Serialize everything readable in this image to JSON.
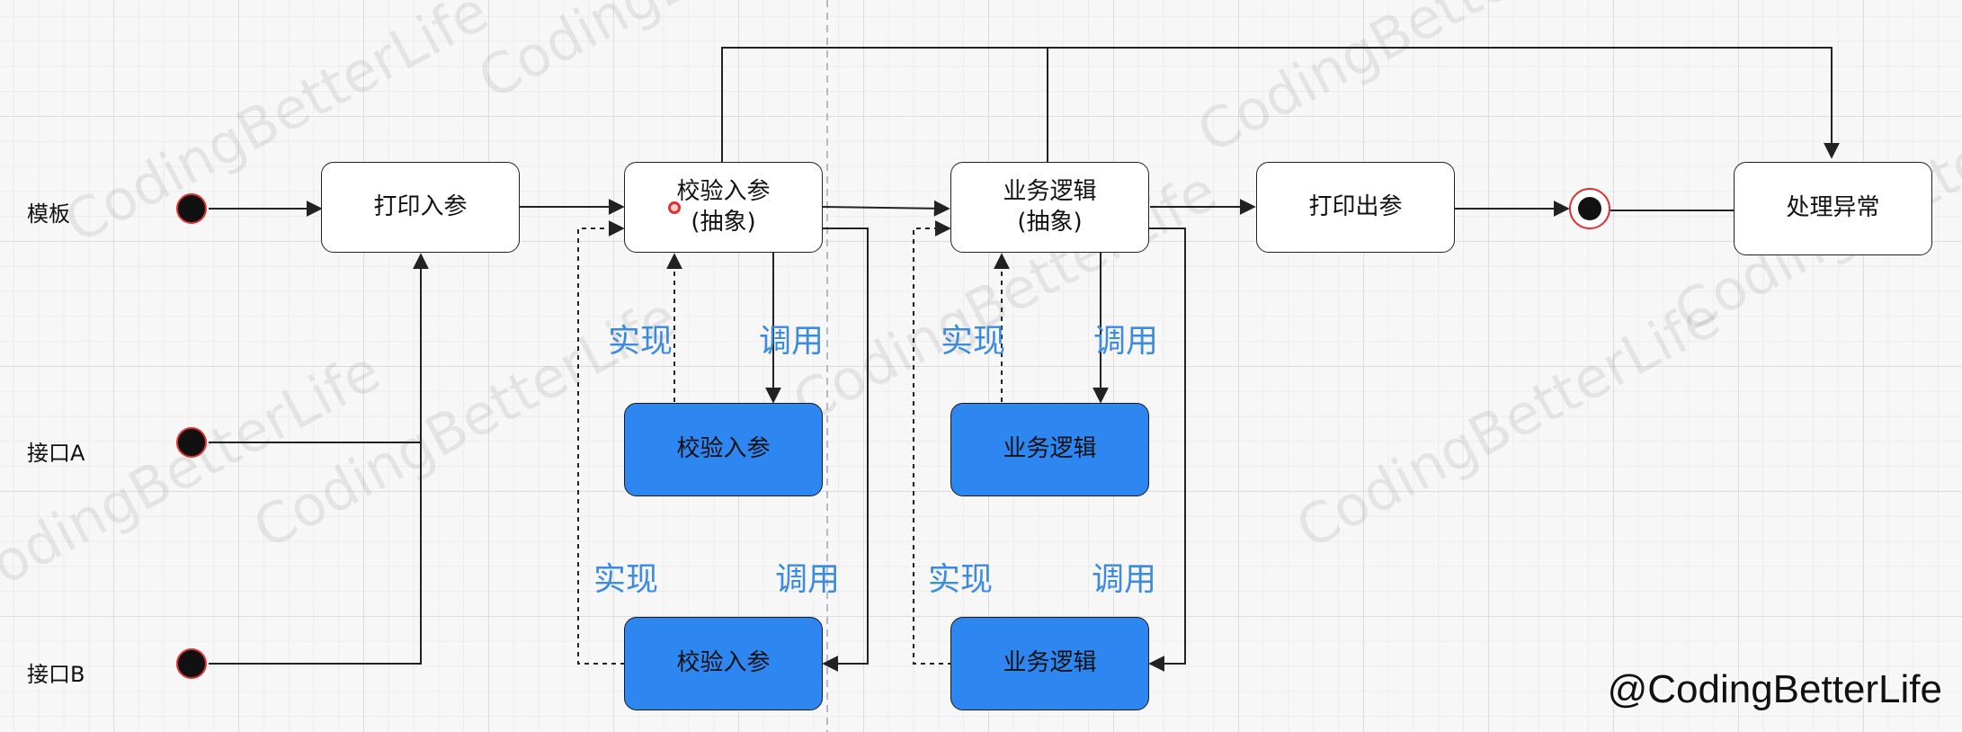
{
  "side_labels": {
    "template": "模板",
    "interface_a": "接口A",
    "interface_b": "接口B"
  },
  "nodes": {
    "print_input": "打印入参",
    "validate_abstract_line1": "校验入参",
    "validate_abstract_line2": "(抽象)",
    "business_abstract_line1": "业务逻辑",
    "business_abstract_line2": "(抽象)",
    "print_output": "打印出参",
    "handle_exception": "处理异常",
    "validate_impl_1": "校验入参",
    "validate_impl_2": "校验入参",
    "business_impl_1": "业务逻辑",
    "business_impl_2": "业务逻辑"
  },
  "edge_labels": {
    "implement": "实现",
    "invoke": "调用"
  },
  "watermark_text": "CodingBetterLife",
  "credit": "@CodingBetterLife",
  "colors": {
    "impl_fill": "#2e86f0",
    "label_blue": "#3d8be0",
    "dot_border": "#d33333"
  }
}
